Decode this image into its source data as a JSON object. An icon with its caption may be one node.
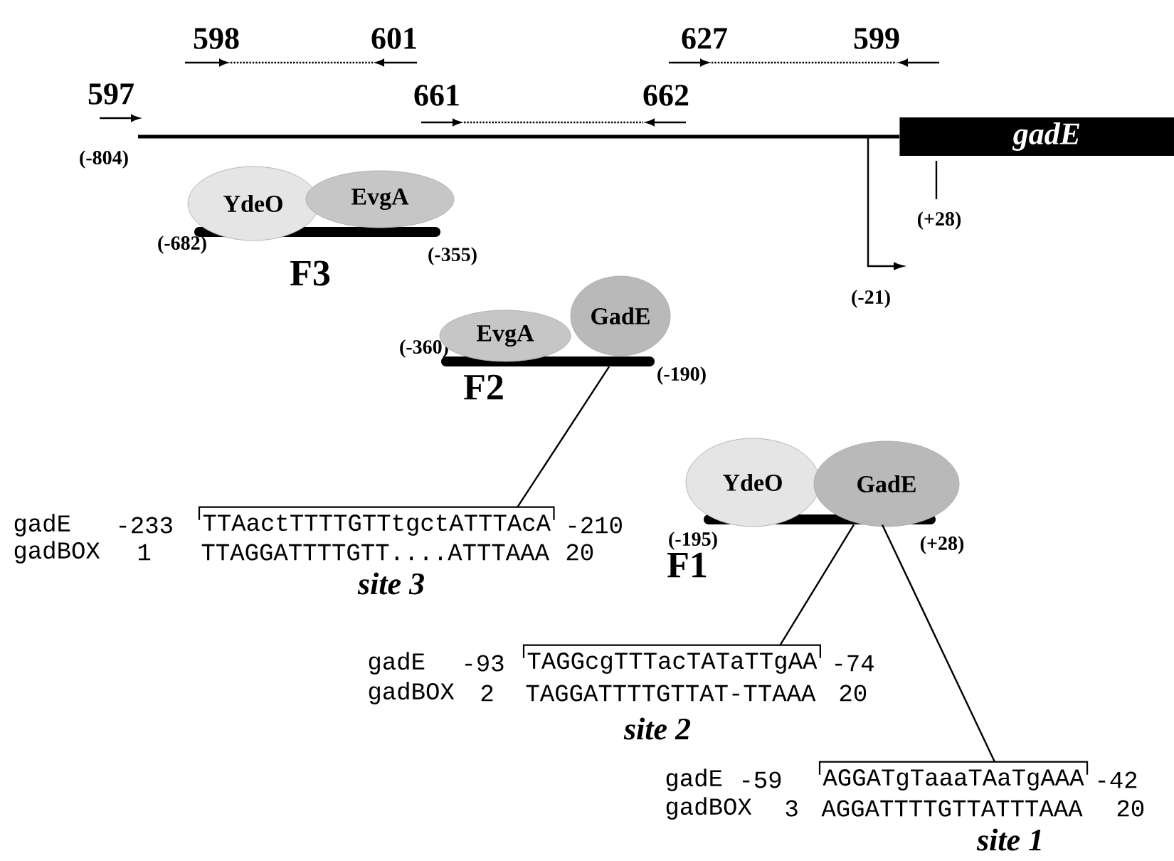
{
  "diagram": {
    "nodes": [
      {
        "text": [
          "gadE"
        ]
      },
      {
        "text": [],
        "shape": "bar",
        "beside": [
          "(-682)",
          "(-355)",
          "F3"
        ]
      },
      {
        "text": [
          "YdeO"
        ]
      },
      {
        "text": [
          "EvgA"
        ]
      },
      {
        "text": [],
        "shape": "bar",
        "beside": [
          "(-360)",
          "(-190)",
          "F2"
        ]
      },
      {
        "text": [
          "EvgA"
        ]
      },
      {
        "text": [
          "GadE"
        ]
      },
      {
        "text": [],
        "shape": "bar",
        "beside": [
          "(-195)",
          "(+28)",
          "F1"
        ]
      },
      {
        "text": [
          "YdeO"
        ]
      },
      {
        "text": [
          "GadE"
        ]
      },
      {
        "text": [
          "TTAactTTTTGTTtgctATTTAcA"
        ],
        "beside": [
          "gadE",
          "-233",
          "-210",
          "gadBOX",
          "1",
          "TTAGGATTTTGTT....ATTTAAA",
          "20",
          "site 3"
        ]
      },
      {
        "text": [
          "TAGGcgTTTacTATaTTgAA"
        ],
        "beside": [
          "gadE",
          "-93",
          "-74",
          "gadBOX",
          "2",
          "TAGGATTTTGTTAT-TTAAA",
          "20",
          "site 2"
        ]
      },
      {
        "text": [
          "AGGATgTaaaTAaTgAAA"
        ],
        "beside": [
          "gadE",
          "-59",
          "-42",
          "gadBOX",
          "3",
          "AGGATTTTGTTATTTAAA",
          "20",
          "site 1"
        ]
      }
    ],
    "edges": [
      {
        "from": 4,
        "to": 10,
        "arrow": "none"
      },
      {
        "from": 7,
        "to": 11,
        "arrow": "none"
      },
      {
        "from": 7,
        "to": 12,
        "arrow": "none"
      }
    ],
    "labels": [
      "598",
      "601",
      "627",
      "599",
      "597",
      "661",
      "662",
      "(-804)",
      "(+28)",
      "(-21)"
    ]
  }
}
